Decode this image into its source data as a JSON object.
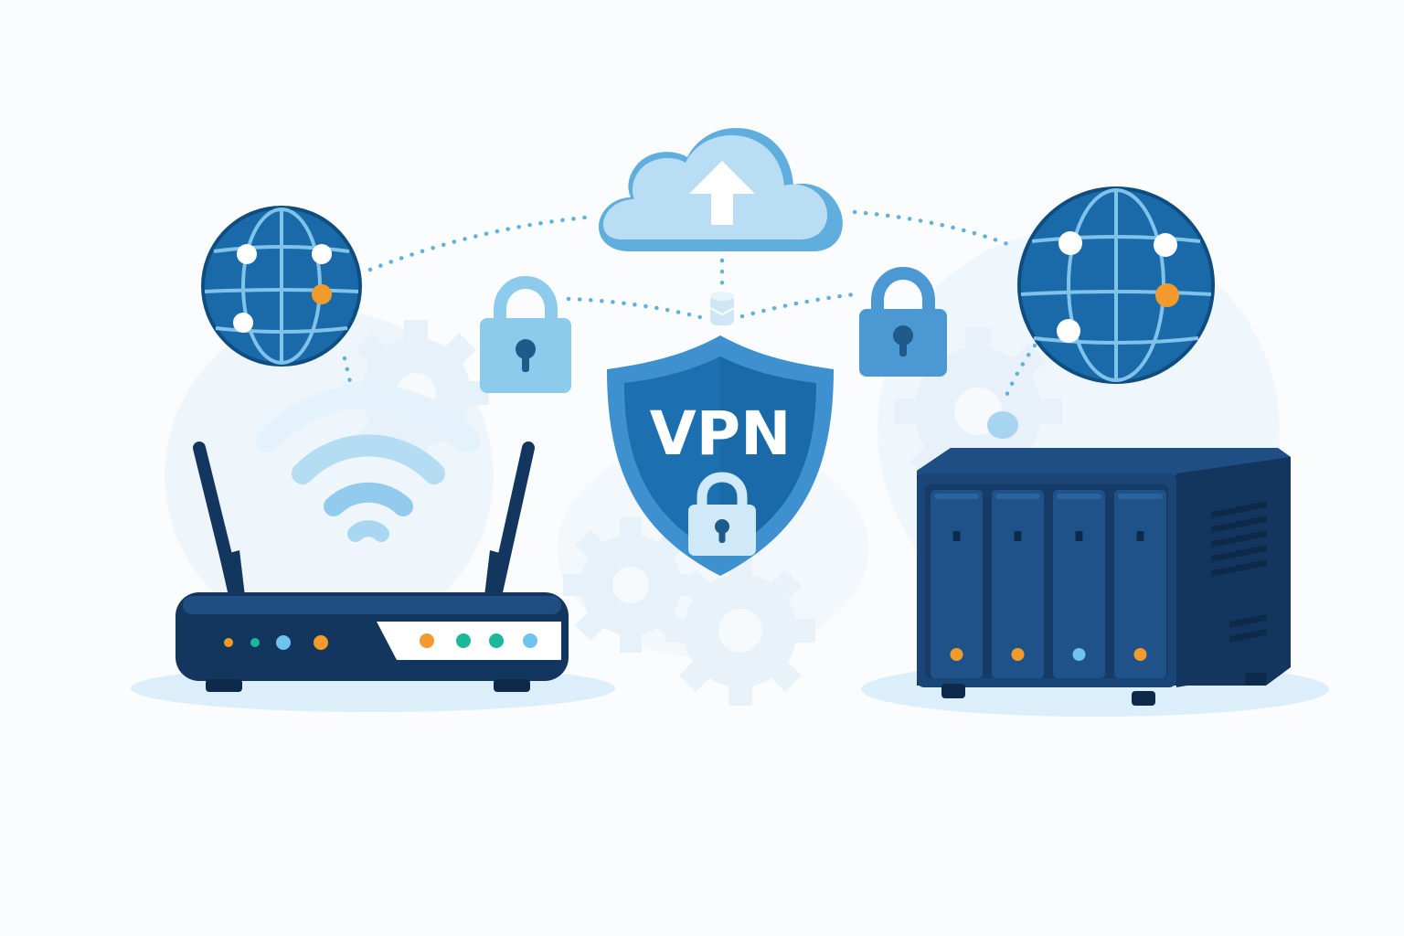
{
  "shield": {
    "label": "VPN"
  },
  "colors": {
    "navy": "#13365f",
    "primary_blue": "#1e6aa8",
    "mid_blue": "#3f8ec9",
    "light_blue": "#8ccbeb",
    "pale_blue": "#dcedf8",
    "accent_orange": "#f39a2c",
    "accent_green": "#1bb99a",
    "accent_cyan": "#6fc3ef",
    "background": "#fbfcfe"
  },
  "icons": [
    "globe-icon",
    "cloud-upload-icon",
    "padlock-icon",
    "shield-icon",
    "wifi-icon",
    "router-icon",
    "nas-server-icon",
    "gear-icon",
    "network-node-icon"
  ],
  "router": {
    "left_leds": [
      "accent_orange",
      "accent_green",
      "accent_cyan",
      "accent_orange"
    ],
    "right_leds": [
      "accent_orange",
      "accent_green",
      "accent_green",
      "accent_cyan"
    ]
  },
  "server": {
    "bay_count": 4,
    "bay_leds": [
      "accent_orange",
      "accent_orange",
      "accent_cyan",
      "accent_orange"
    ]
  }
}
